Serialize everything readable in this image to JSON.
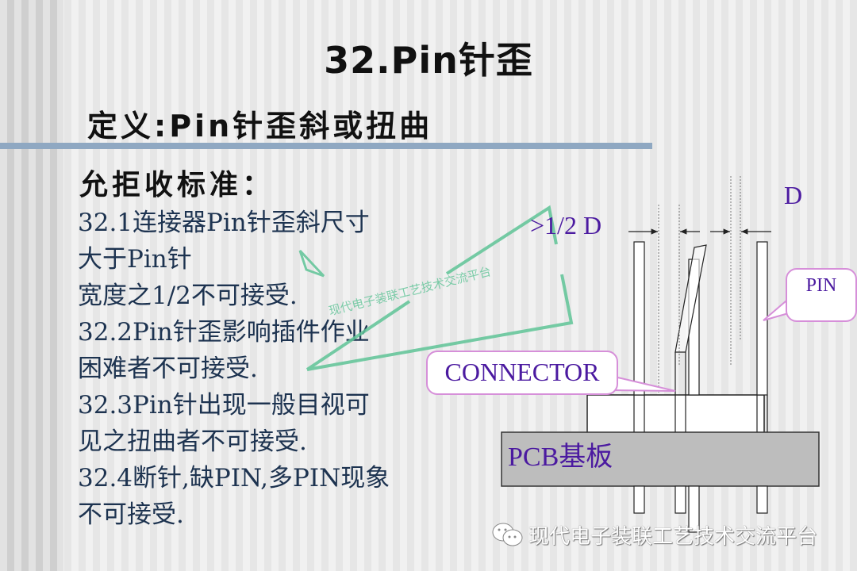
{
  "slide": {
    "title": "32.Pin针歪",
    "definition": "定义:Pin针歪斜或扭曲",
    "criteria_heading": "允拒收标准：",
    "criteria_items": [
      "32.1连接器Pin针歪斜尺寸",
      "大于Pin针",
      "宽度之1/2不可接受.",
      "32.2Pin针歪影响插件作业",
      "困难者不可接受.",
      "32.3Pin针出现一般目视可",
      "见之扭曲者不可接受.",
      "32.4断针,缺PIN,多PIN现象",
      "不可接受."
    ]
  },
  "diagram": {
    "label_half_d": ">1/2 D",
    "label_d": "D",
    "callout_pin": "PIN",
    "callout_connector": "CONNECTOR",
    "pcb_label": "PCB基板",
    "colors": {
      "label": "#4b1aa0",
      "callout_border": "#d68fd9",
      "pcb_fill": "#bdbdbd",
      "divider_bar": "#8fa8c2"
    }
  },
  "watermarks": {
    "overlay_text": "现代电子装联工艺技术交流平台",
    "footer_text": "现代电子装联工艺技术交流平台",
    "footer_icon": "wechat-icon"
  }
}
